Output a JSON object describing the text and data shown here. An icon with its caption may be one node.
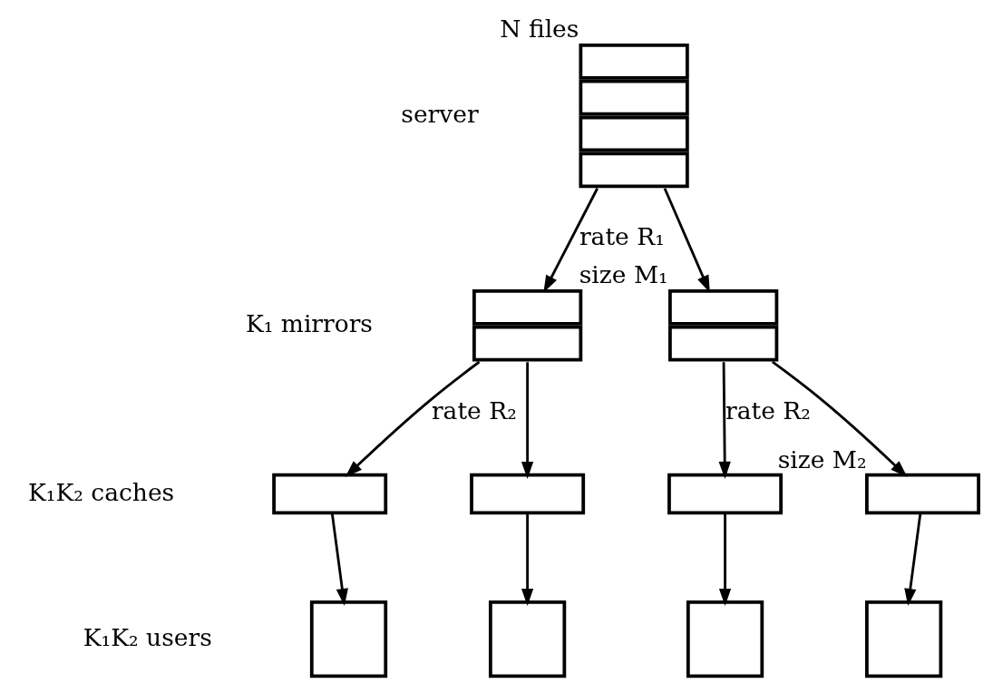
{
  "diagram": {
    "nodes": [
      {
        "text": [],
        "shape": "box",
        "beside": [
          "N files"
        ]
      },
      {
        "text": [],
        "shape": "box"
      },
      {
        "text": [],
        "shape": "box",
        "beside": [
          "size M₁"
        ]
      },
      {
        "text": [],
        "shape": "box"
      },
      {
        "text": [],
        "shape": "box"
      },
      {
        "text": [],
        "shape": "box"
      },
      {
        "text": [],
        "shape": "box",
        "beside": [
          "size M₂"
        ]
      },
      {
        "text": [],
        "shape": "box"
      },
      {
        "text": [],
        "shape": "box"
      },
      {
        "text": [],
        "shape": "box"
      },
      {
        "text": [],
        "shape": "box"
      }
    ],
    "edges": [
      {
        "from": 0,
        "to": 1,
        "arrow": "to",
        "label": "rate R₁"
      },
      {
        "from": 0,
        "to": 2,
        "arrow": "to"
      },
      {
        "from": 1,
        "to": 3,
        "arrow": "to",
        "label": "rate R₂"
      },
      {
        "from": 1,
        "to": 4,
        "arrow": "to"
      },
      {
        "from": 2,
        "to": 5,
        "arrow": "to",
        "label": "rate R₂"
      },
      {
        "from": 2,
        "to": 6,
        "arrow": "to"
      },
      {
        "from": 3,
        "to": 7,
        "arrow": "to"
      },
      {
        "from": 4,
        "to": 8,
        "arrow": "to"
      },
      {
        "from": 5,
        "to": 9,
        "arrow": "to"
      },
      {
        "from": 6,
        "to": 10,
        "arrow": "to"
      }
    ],
    "labels": [
      "server",
      "K₁ mirrors",
      "K₁K₂ caches",
      "K₁K₂ users"
    ]
  }
}
